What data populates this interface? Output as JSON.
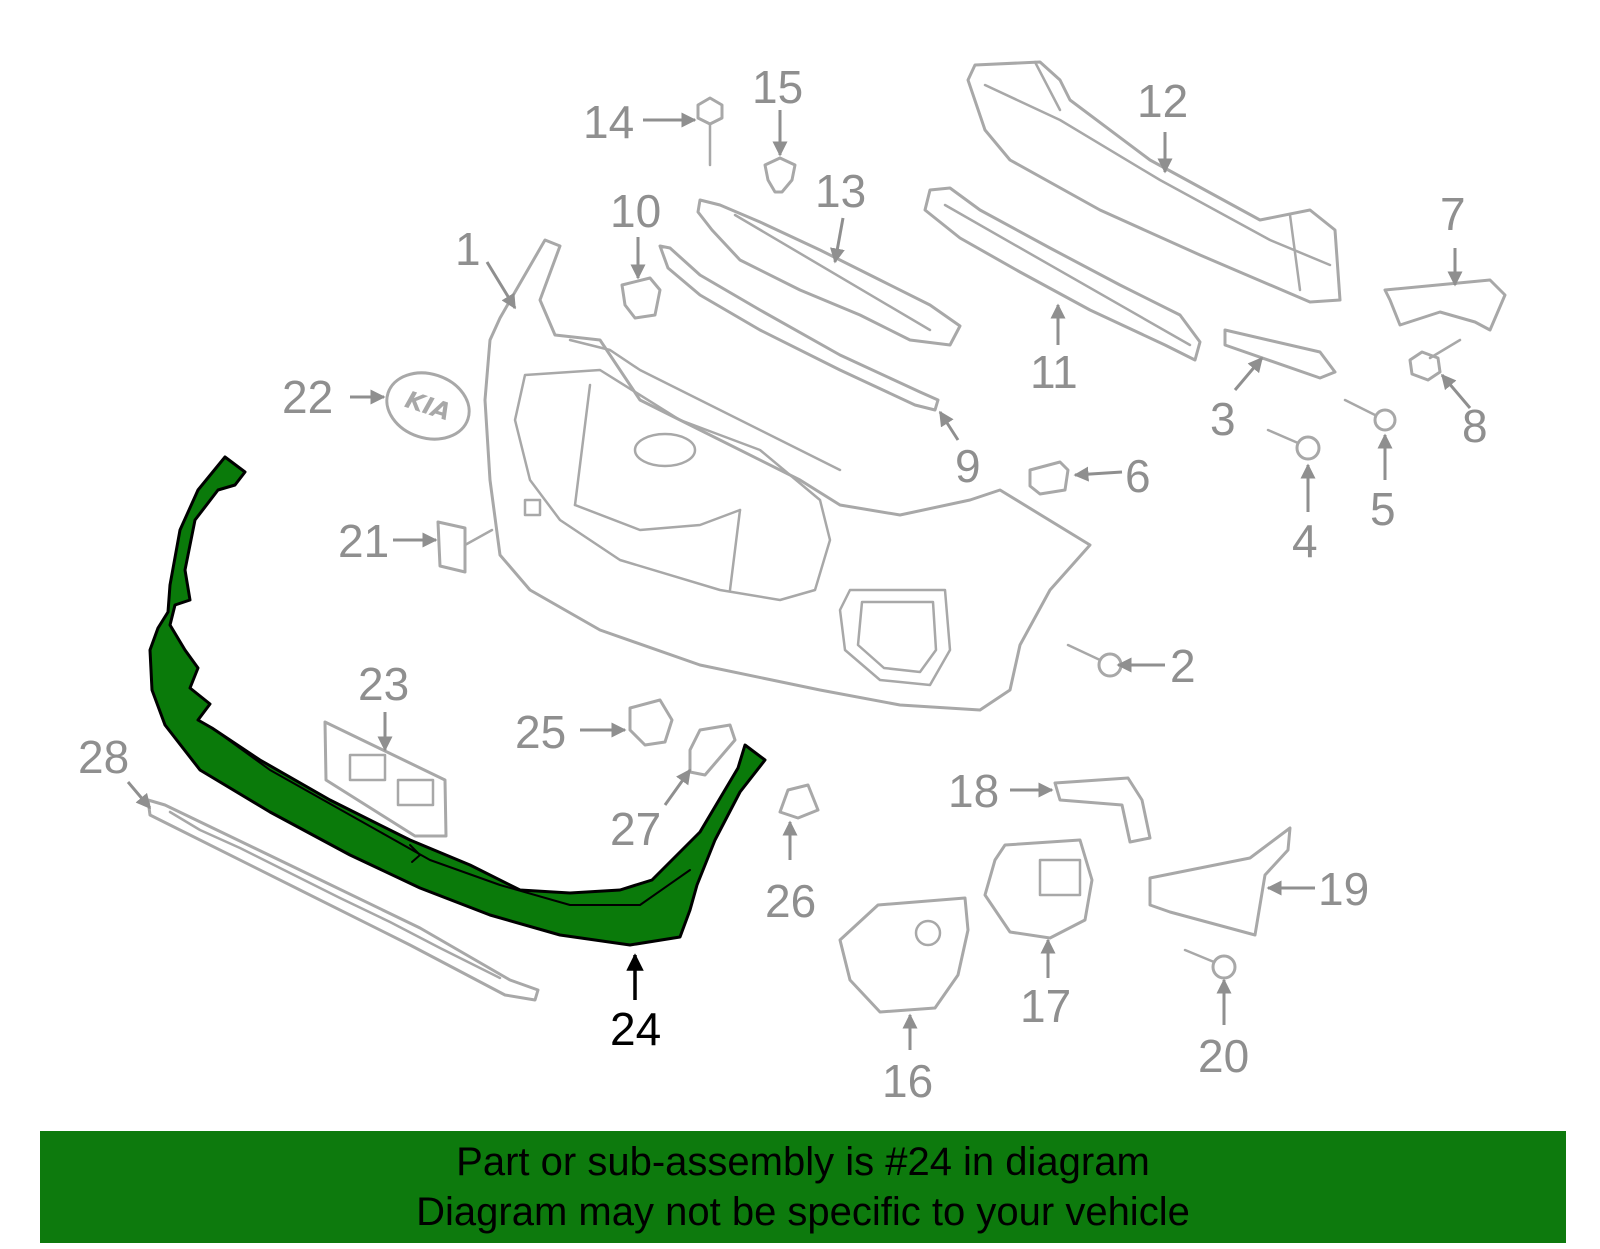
{
  "diagram": {
    "highlighted_part": "24",
    "colors": {
      "highlight_fill": "#0a7a0a",
      "outline": "#a8a8a8",
      "callout_text": "#8f8f8f",
      "highlight_callout": "#000000",
      "banner_background": "#0d7a0d"
    },
    "callouts": {
      "c1": "1",
      "c2": "2",
      "c3": "3",
      "c4": "4",
      "c5": "5",
      "c6": "6",
      "c7": "7",
      "c8": "8",
      "c9": "9",
      "c10": "10",
      "c11": "11",
      "c12": "12",
      "c13": "13",
      "c14": "14",
      "c15": "15",
      "c16": "16",
      "c17": "17",
      "c18": "18",
      "c19": "19",
      "c20": "20",
      "c21": "21",
      "c22": "22",
      "c23": "23",
      "c24": "24",
      "c25": "25",
      "c26": "26",
      "c27": "27",
      "c28": "28"
    }
  },
  "banner": {
    "line1": "Part or sub-assembly is #24 in diagram",
    "line2": "Diagram may not be specific to your vehicle"
  }
}
